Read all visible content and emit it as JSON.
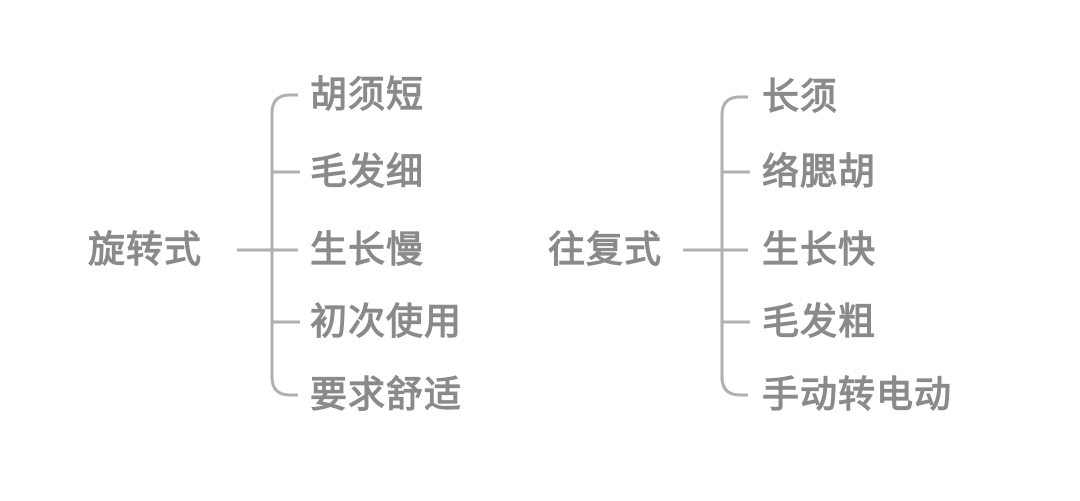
{
  "canvas": {
    "background_color": "#ffffff",
    "line_color": "#b0b0b0",
    "text_color": "#8a8a8a"
  },
  "diagram": {
    "type": "mindmap",
    "trees": [
      {
        "root": "旋转式",
        "branches": [
          "胡须短",
          "毛发细",
          "生长慢",
          "初次使用",
          "要求舒适"
        ]
      },
      {
        "root": "往复式",
        "branches": [
          "长须",
          "络腮胡",
          "生长快",
          "毛发粗",
          "手动转电动"
        ]
      }
    ]
  }
}
